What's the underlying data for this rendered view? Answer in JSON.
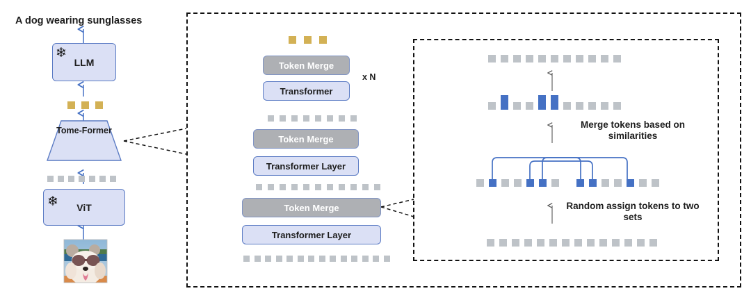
{
  "figure": {
    "type": "architecture-diagram",
    "title_text": "A dog wearing sunglasses"
  },
  "left_pipeline": {
    "output_caption": "A dog wearing sunglasses",
    "blocks": [
      {
        "id": "llm",
        "label": "LLM",
        "shape": "rounded-rect",
        "fill": "#dbe0f5",
        "border": "#5b7bc4",
        "frozen": true,
        "icon": "snowflake-icon"
      },
      {
        "id": "tomeformer",
        "label": "Tome-Former",
        "shape": "trapezoid",
        "fill": "#dbe0f5",
        "border": "#5b7bc4",
        "frozen": false,
        "icon": ""
      },
      {
        "id": "vit",
        "label": "ViT",
        "shape": "rounded-rect",
        "fill": "#dbe0f5",
        "border": "#5b7bc4",
        "frozen": true,
        "icon": "snowflake-icon"
      }
    ],
    "token_rows": [
      {
        "id": "llm-input-tokens",
        "count": 3,
        "color": "gold",
        "hex": "#d3b155"
      },
      {
        "id": "vit-output-tokens",
        "count": 7,
        "color": "gray",
        "hex": "#bec3c8"
      }
    ],
    "input_image": {
      "name": "dog-sunglasses-photo",
      "alt": "photo of a dog wearing sunglasses"
    }
  },
  "middle_panel": {
    "repeat_label": "x N",
    "stack": [
      {
        "id": "top-tokens",
        "kind": "tokens",
        "count": 3,
        "color": "gold"
      },
      {
        "id": "merge-3",
        "kind": "block",
        "label": "Token Merge",
        "style": "gray"
      },
      {
        "id": "transformer-3",
        "kind": "block",
        "label": "Transformer",
        "style": "blue"
      },
      {
        "id": "tokens-8",
        "kind": "tokens",
        "count": 8,
        "color": "gray"
      },
      {
        "id": "merge-2",
        "kind": "block",
        "label": "Token Merge",
        "style": "gray"
      },
      {
        "id": "transformer-2",
        "kind": "block",
        "label": "Transformer Layer",
        "style": "blue"
      },
      {
        "id": "tokens-11",
        "kind": "tokens",
        "count": 11,
        "color": "gray"
      },
      {
        "id": "merge-1",
        "kind": "block",
        "label": "Token Merge",
        "style": "gray"
      },
      {
        "id": "transformer-1",
        "kind": "block",
        "label": "Transformer Layer",
        "style": "blue"
      },
      {
        "id": "tokens-14",
        "kind": "tokens",
        "count": 14,
        "color": "gray"
      }
    ]
  },
  "right_panel": {
    "notes": [
      {
        "id": "note-merge",
        "text": "Merge tokens based on similarities"
      },
      {
        "id": "note-assign",
        "text": "Random assign tokens to two sets"
      }
    ],
    "rows": [
      {
        "id": "row-merged-output",
        "count": 11,
        "blue_indices": [],
        "description": "output tokens after merge"
      },
      {
        "id": "row-merged",
        "count": 11,
        "blue_indices": [
          1,
          4,
          5
        ],
        "description": "merged tokens highlighted"
      },
      {
        "id": "row-two-sets",
        "groups": [
          {
            "id": "set-a",
            "count": 7,
            "blue_indices": [
              1,
              4,
              5
            ]
          },
          {
            "id": "set-b",
            "count": 7,
            "blue_indices": [
              0,
              1,
              4
            ]
          }
        ],
        "links": 3,
        "description": "two randomly assigned sets connected by similarity links"
      },
      {
        "id": "row-input",
        "count": 14,
        "blue_indices": [],
        "description": "input tokens"
      }
    ]
  },
  "colors": {
    "token_gray": "#bec3c8",
    "token_gold": "#d3b155",
    "token_blue": "#4571c4",
    "block_blue_fill": "#dbe0f5",
    "block_blue_border": "#5b7bc4",
    "block_gray_fill": "#aeb0b4",
    "arrow_blue": "#4571c4",
    "panel_dash": "#111111",
    "text": "#1d1d1d"
  }
}
